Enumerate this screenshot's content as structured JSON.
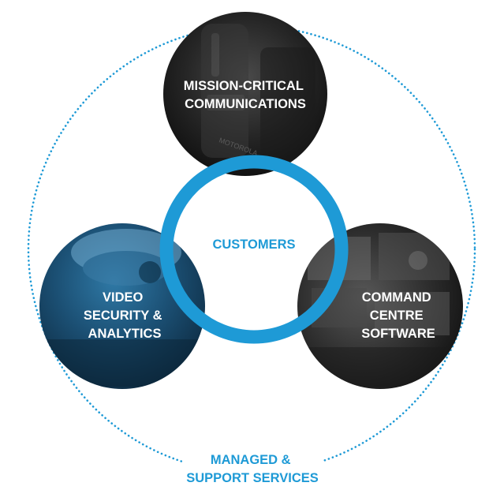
{
  "colors": {
    "accent": "#1e9ad6",
    "circle_text": "#ffffff",
    "background": "#ffffff"
  },
  "circles": {
    "top": {
      "lines": [
        "MISSION-CRITICAL",
        "COMMUNICATIONS"
      ]
    },
    "left": {
      "lines": [
        "VIDEO",
        "SECURITY &",
        "ANALYTICS"
      ]
    },
    "right": {
      "lines": [
        "COMMAND",
        "CENTRE",
        "SOFTWARE"
      ]
    }
  },
  "center": {
    "label": "CUSTOMERS"
  },
  "outer": {
    "lines": [
      "MANAGED &",
      "SUPPORT SERVICES"
    ]
  }
}
